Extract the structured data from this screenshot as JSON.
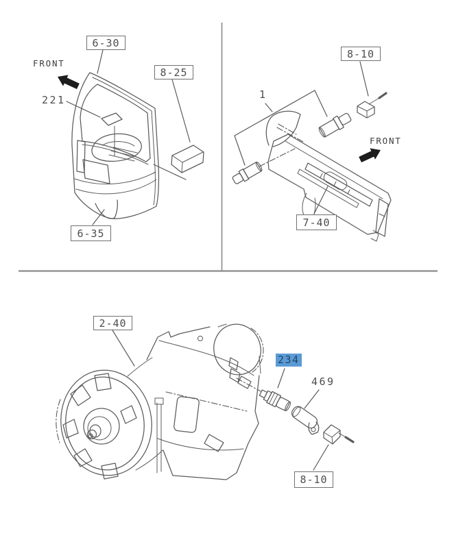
{
  "document": {
    "type": "parts-catalog-figure",
    "background": "#ffffff"
  },
  "colors": {
    "line": "#5a5a5a",
    "label_text": "#4d4d4d",
    "box_border": "#707070",
    "arrow": "#1d1d1d",
    "divider": "#8a8a8a",
    "highlight_bg": "#5b9bd5",
    "highlight_text": "#1f4468"
  },
  "sections": {
    "door": {
      "name": "cab door trim view (top left)",
      "front_label": "FRONT",
      "callouts": [
        {
          "label": "6-30",
          "style": "boxed"
        },
        {
          "label": "8-25",
          "style": "boxed"
        },
        {
          "label": "221",
          "style": "plain"
        },
        {
          "label": "6-35",
          "style": "boxed"
        }
      ]
    },
    "dash": {
      "name": "instrument panel / lighter assembly view (top right)",
      "front_label": "FRONT",
      "callouts": [
        {
          "label": "8-10",
          "style": "boxed"
        },
        {
          "label": "1",
          "style": "plain"
        },
        {
          "label": "7-40",
          "style": "boxed"
        }
      ]
    },
    "transmission": {
      "name": "automatic transmission switch view (bottom)",
      "callouts": [
        {
          "label": "2-40",
          "style": "boxed"
        },
        {
          "label": "234",
          "style": "highlighted"
        },
        {
          "label": "469",
          "style": "plain"
        },
        {
          "label": "8-10",
          "style": "boxed"
        }
      ]
    }
  }
}
